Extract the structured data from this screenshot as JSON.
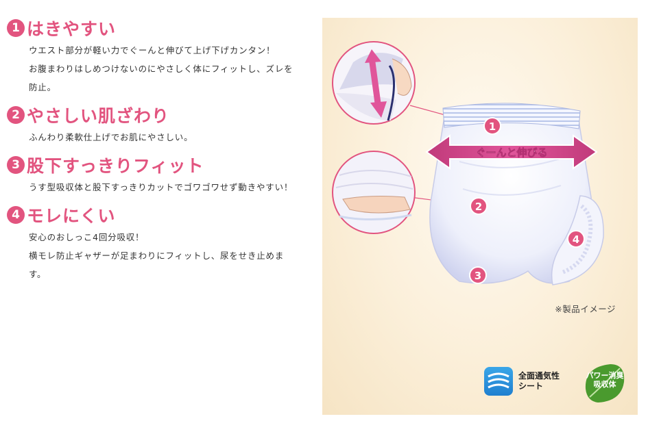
{
  "features": [
    {
      "num": "1",
      "title": "はきやすい",
      "desc": "ウエスト部分が軽い力でぐーんと伸びて上げ下げカンタン！\nお腹まわりはしめつけないのにやさしく体にフィットし、ズレを\n防止。"
    },
    {
      "num": "2",
      "title": "やさしい肌ざわり",
      "desc": "ふんわり柔軟仕上げでお肌にやさしい。"
    },
    {
      "num": "3",
      "title": "股下すっきりフィット",
      "desc": "うす型吸収体と股下すっきりカットでゴワゴワせず動きやすい！"
    },
    {
      "num": "4",
      "title": "モレにくい",
      "desc": "安心のおしっこ4回分吸収！\n横モレ防止ギャザーが足まわりにフィットし、尿をせき止めま\nす。"
    }
  ],
  "illustration": {
    "stretch_label": "ぐーんと伸びる",
    "callouts": [
      "1",
      "2",
      "3",
      "4"
    ],
    "caption": "※製品イメージ"
  },
  "badges": {
    "sheet_label": "全面通気性\nシート",
    "sheet_icon": "breathable-sheet-icon",
    "power_label": "パワー消臭\n吸収体",
    "power_icon": "leaf-icon"
  },
  "colors": {
    "accent": "#e2547f",
    "panel_bg": "#fbefd9",
    "badge_blue": "#2a8fd8",
    "badge_green": "#4a9a2e"
  }
}
